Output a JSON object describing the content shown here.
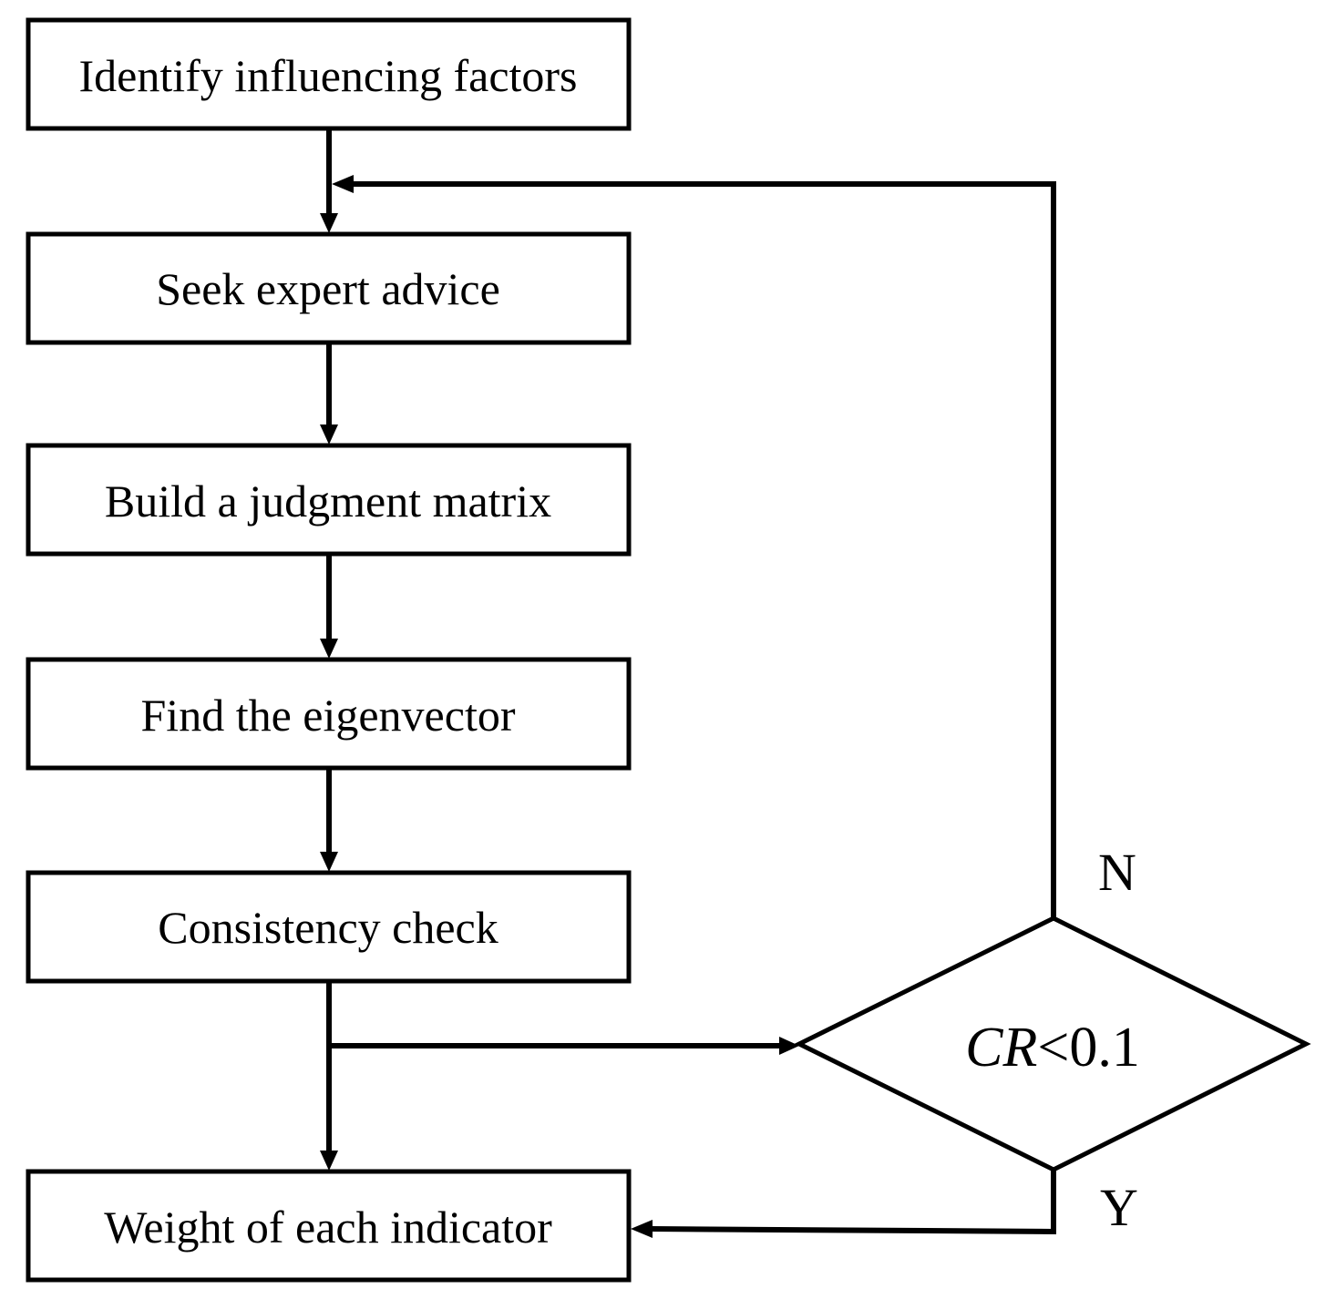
{
  "steps": [
    {
      "id": "identify",
      "label": "Identify influencing factors"
    },
    {
      "id": "seek",
      "label": "Seek expert advice"
    },
    {
      "id": "build",
      "label": "Build a judgment matrix"
    },
    {
      "id": "find",
      "label": "Find the eigenvector"
    },
    {
      "id": "check",
      "label": "Consistency check"
    },
    {
      "id": "weight",
      "label": "Weight of each indicator"
    }
  ],
  "decision": {
    "variable": "CR",
    "condition": "<0.1"
  },
  "branches": {
    "no": "N",
    "yes": "Y"
  }
}
